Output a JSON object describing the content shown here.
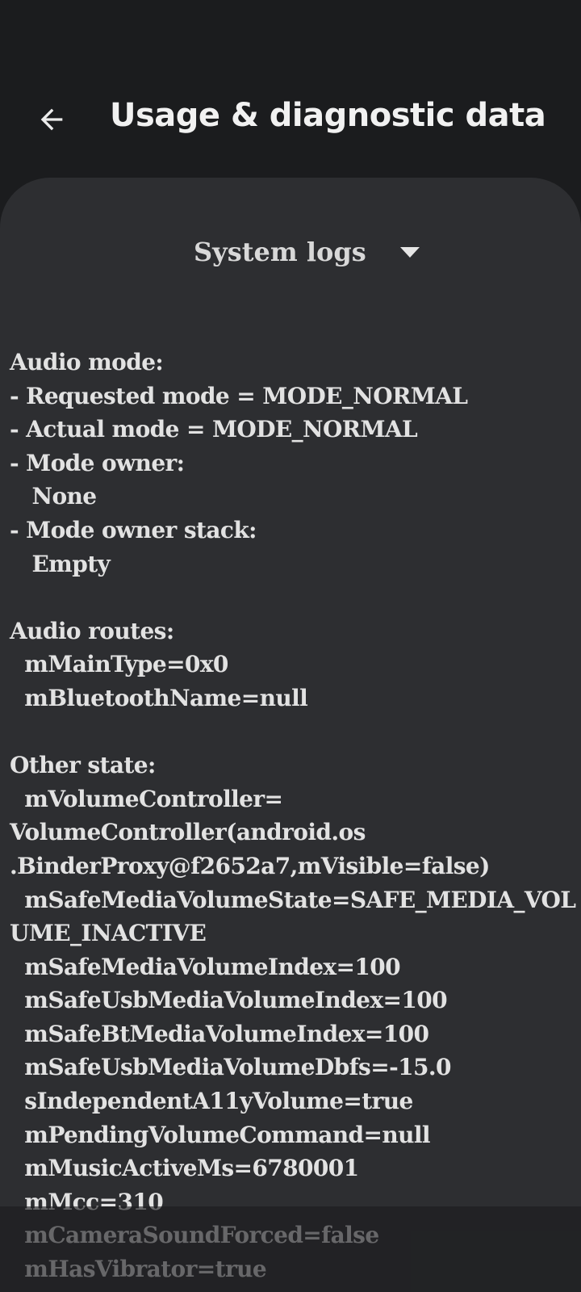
{
  "header": {
    "title": "Usage & diagnostic data",
    "back_icon": "arrow-back-icon"
  },
  "selector": {
    "label": "System logs",
    "icon": "dropdown-arrow-icon"
  },
  "log": {
    "lines": [
      "Audio mode:",
      "- Requested mode = MODE_NORMAL",
      "- Actual mode = MODE_NORMAL",
      "- Mode owner:",
      "   None",
      "- Mode owner stack:",
      "   Empty",
      "",
      "Audio routes:",
      "  mMainType=0x0",
      "  mBluetoothName=null",
      "",
      "Other state:",
      "  mVolumeController=",
      "VolumeController(android.os",
      ".BinderProxy@f2652a7,mVisible=false)",
      "  mSafeMediaVolumeState=SAFE_MEDIA_VOL",
      "UME_INACTIVE",
      "  mSafeMediaVolumeIndex=100",
      "  mSafeUsbMediaVolumeIndex=100",
      "  mSafeBtMediaVolumeIndex=100",
      "  mSafeUsbMediaVolumeDbfs=-15.0",
      "  sIndependentA11yVolume=true",
      "  mPendingVolumeCommand=null",
      "  mMusicActiveMs=6780001",
      "  mMcc=310",
      "  mCameraSoundForced=false",
      "  mHasVibrator=true"
    ]
  },
  "colors": {
    "background": "#1b1c1e",
    "card": "#2d2e31",
    "text": "#e2e2e2"
  }
}
